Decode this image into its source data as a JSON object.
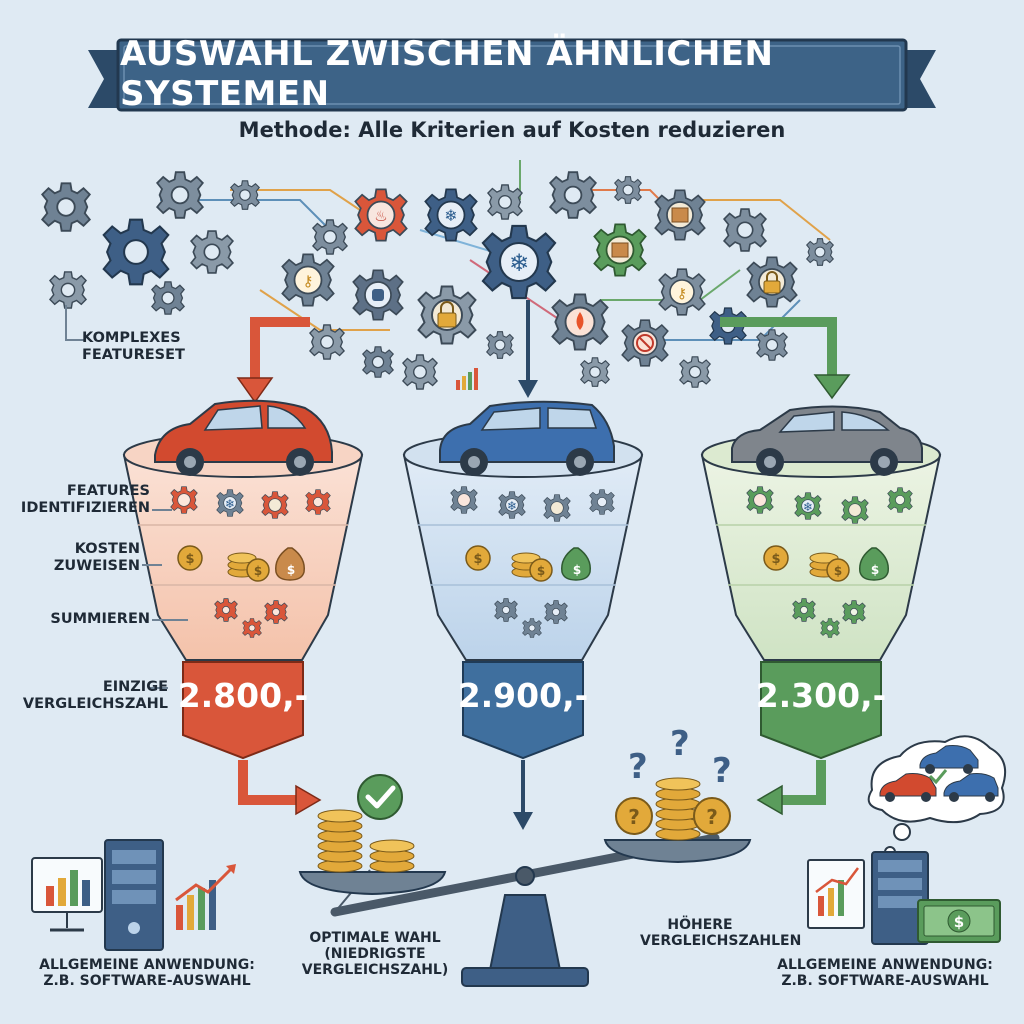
{
  "title": "Auswahl zwischen ähnlichen Systemen",
  "subtitle": "Methode: Alle Kriterien auf Kosten reduzieren",
  "labels": {
    "feature_set": "Komplexes Featureset",
    "step_identify": "Features identifizieren",
    "step_assign": "Kosten zuweisen",
    "step_sum": "Summieren",
    "step_single": "Einzige Vergleichszahl"
  },
  "funnels": [
    {
      "value": "2.800,-",
      "color": "#d9563a",
      "car_color": "#d24a2f"
    },
    {
      "value": "2.900,-",
      "color": "#3f6f9e",
      "car_color": "#3d6fae"
    },
    {
      "value": "2.300,-",
      "color": "#5a9c5c",
      "car_color": "#7f858c"
    }
  ],
  "scale": {
    "optimal": "Optimale Wahl (niedrigste Vergleichszahl)",
    "higher": "Höhere Vergleichszahlen"
  },
  "application_left": "Allgemeine Anwendung: z.B. Software-Auswahl",
  "application_right": "Allgemeine Anwendung: z.B. Software-Auswahl",
  "colors": {
    "banner": "#3d6387",
    "background": "#dfeaf3",
    "accent_red": "#d9563a",
    "accent_blue": "#3f6f9e",
    "accent_green": "#5a9c5c",
    "gold": "#e2a93a"
  }
}
